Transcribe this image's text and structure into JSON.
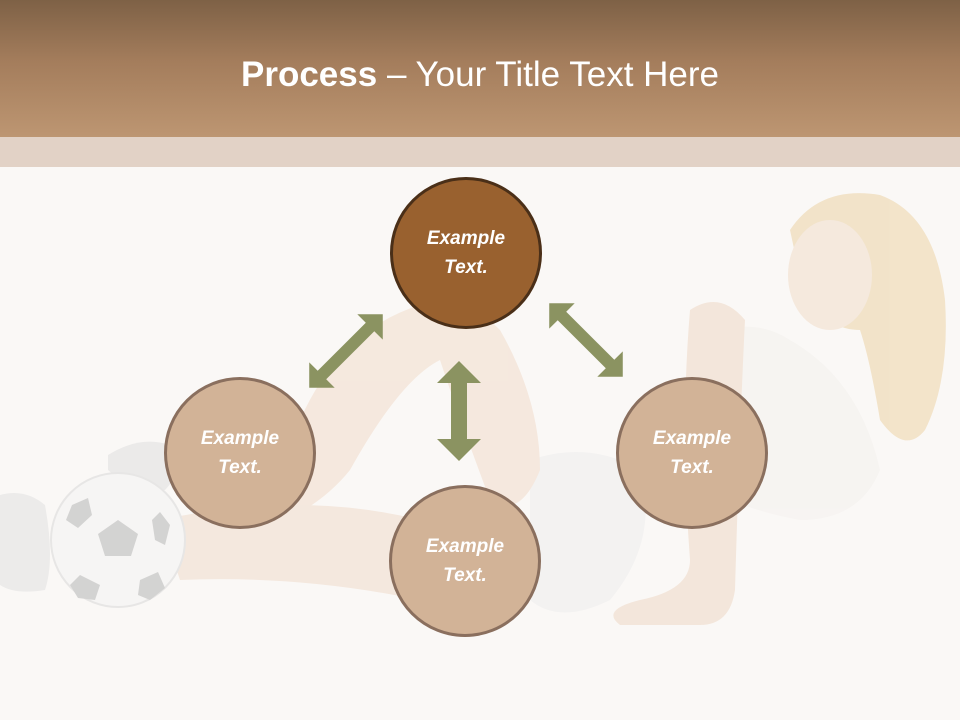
{
  "title": {
    "bold": "Process",
    "rest": " – Your Title Text Here"
  },
  "cycle": {
    "top": "Example Text.",
    "left": "Example Text.",
    "right": "Example Text.",
    "bottom": "Example Text."
  },
  "colors": {
    "header_dark": "#7e6146",
    "header_light": "#bd9672",
    "band": "#e2d2c6",
    "top_circle": "#99612f",
    "circle": "#d2b397",
    "arrow": "#8b9361"
  }
}
